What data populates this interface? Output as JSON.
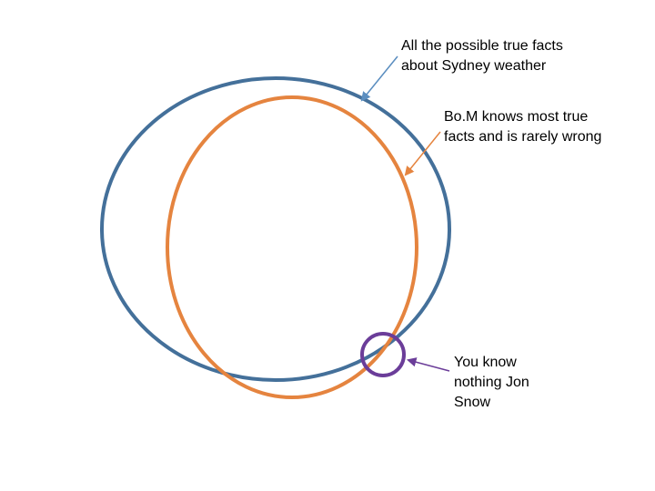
{
  "colors": {
    "universe": "#44709a",
    "bom": "#e5843f",
    "jon": "#6b3d99"
  },
  "labels": {
    "universe": {
      "line1": "All the possible true facts",
      "line2": "about Sydney weather"
    },
    "bom": {
      "line1": "Bo.M knows most true",
      "line2": "facts and is rarely wrong"
    },
    "jon": {
      "line1": "You know",
      "line2": "nothing Jon",
      "line3": "Snow"
    }
  }
}
